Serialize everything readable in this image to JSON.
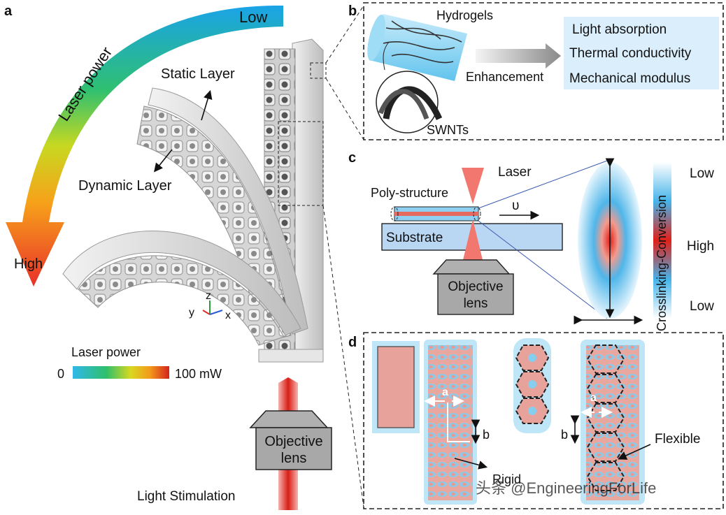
{
  "panels": {
    "a": {
      "letter": "a",
      "arrow_low": "Low",
      "arrow_mid": "Laser power",
      "arrow_high": "High",
      "static_layer": "Static  Layer",
      "dynamic_layer": "Dynamic  Layer",
      "axis_z": "z",
      "axis_y": "y",
      "axis_x": "x",
      "colorbar_title": "Laser power",
      "colorbar_min": "0",
      "colorbar_max": "100 mW",
      "objective_line1": "Objective",
      "objective_line2": "lens",
      "light_stimulation": "Light Stimulation"
    },
    "b": {
      "letter": "b",
      "hydrogels": "Hydrogels",
      "enhancement": "Enhancement",
      "swnts": "SWNTs",
      "properties": [
        "Light absorption",
        "Thermal conductivity",
        "Mechanical modulus"
      ]
    },
    "c": {
      "letter": "c",
      "laser": "Laser",
      "poly_structure": "Poly-structure",
      "velocity": "υ",
      "substrate": "Substrate",
      "objective_line1": "Objective",
      "objective_line2": "lens",
      "scale_low_top": "Low",
      "scale_high": "High",
      "scale_low_bottom": "Low",
      "scale_title": "Crosslinking-Conversion"
    },
    "d": {
      "letter": "d",
      "label_a1": "a",
      "label_b1": "b",
      "label_a2": "a",
      "label_b2": "b",
      "flexible": "Flexible",
      "rigid": "Rigid"
    }
  },
  "watermark": "头条 @EngineeringForLife",
  "colors": {
    "panel_border": "#222222",
    "cyan": "#7fd0f0",
    "salmon": "#e8a09a",
    "laser_red": "#e8302a",
    "gray_box": "#9a9a9a"
  }
}
